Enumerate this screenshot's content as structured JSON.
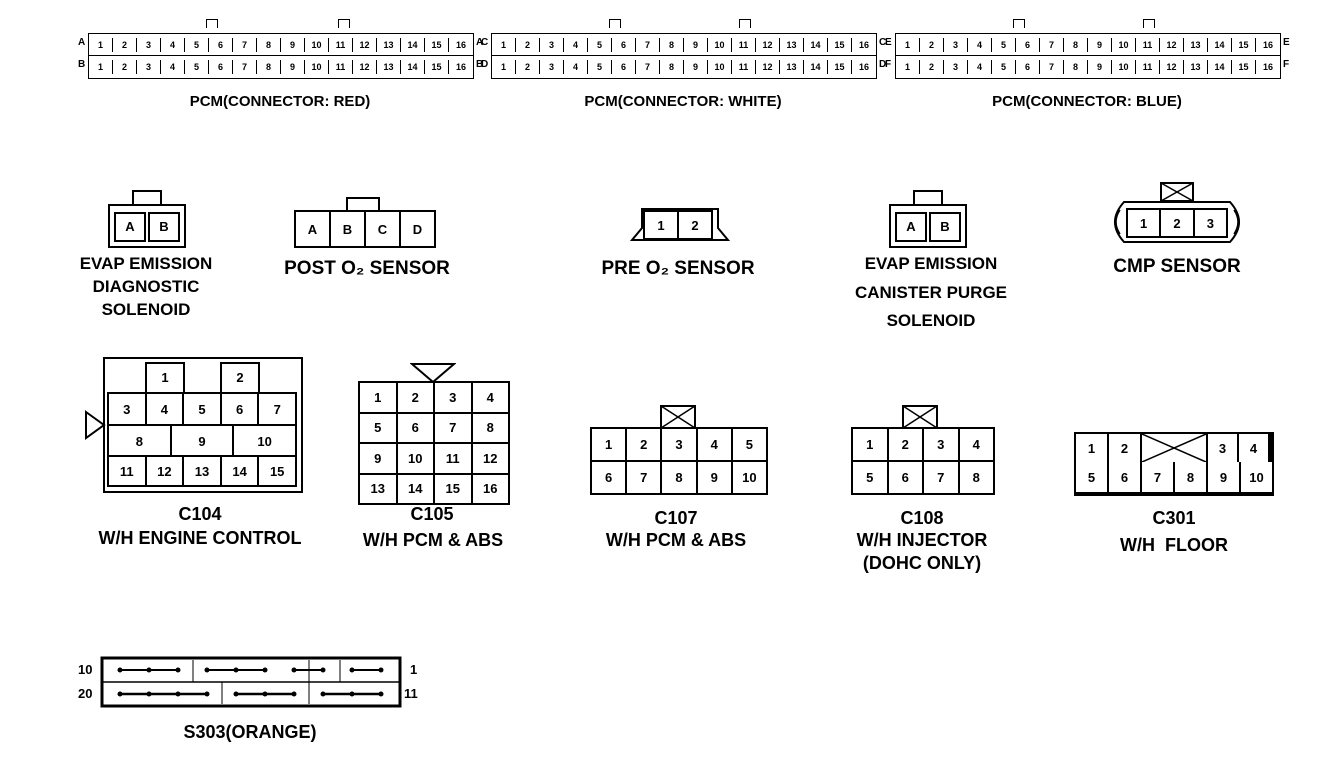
{
  "pcm_connectors": [
    {
      "caption": "PCM(CONNECTOR: RED)",
      "left_labels": [
        "A",
        "B"
      ],
      "right_labels": [
        "A",
        "B"
      ],
      "row1": [
        "1",
        "2",
        "3",
        "4",
        "5",
        "6",
        "7",
        "8",
        "9",
        "10",
        "11",
        "12",
        "13",
        "14",
        "15",
        "16"
      ],
      "row2": [
        "1",
        "2",
        "3",
        "4",
        "5",
        "6",
        "7",
        "8",
        "9",
        "10",
        "11",
        "12",
        "13",
        "14",
        "15",
        "16"
      ]
    },
    {
      "caption": "PCM(CONNECTOR: WHITE)",
      "left_labels": [
        "C",
        "D"
      ],
      "right_labels": [
        "C",
        "D"
      ],
      "row1": [
        "1",
        "2",
        "3",
        "4",
        "5",
        "6",
        "7",
        "8",
        "9",
        "10",
        "11",
        "12",
        "13",
        "14",
        "15",
        "16"
      ],
      "row2": [
        "1",
        "2",
        "3",
        "4",
        "5",
        "6",
        "7",
        "8",
        "9",
        "10",
        "11",
        "12",
        "13",
        "14",
        "15",
        "16"
      ]
    },
    {
      "caption": "PCM(CONNECTOR: BLUE)",
      "left_labels": [
        "E",
        "F"
      ],
      "right_labels": [
        "E",
        "F"
      ],
      "row1": [
        "1",
        "2",
        "3",
        "4",
        "5",
        "6",
        "7",
        "8",
        "9",
        "10",
        "11",
        "12",
        "13",
        "14",
        "15",
        "16"
      ],
      "row2": [
        "1",
        "2",
        "3",
        "4",
        "5",
        "6",
        "7",
        "8",
        "9",
        "10",
        "11",
        "12",
        "13",
        "14",
        "15",
        "16"
      ]
    }
  ],
  "evap_diag": {
    "pins": [
      "A",
      "B"
    ],
    "caption": [
      "EVAP EMISSION",
      "DIAGNOSTIC",
      "SOLENOID"
    ]
  },
  "post_o2": {
    "pins": [
      "A",
      "B",
      "C",
      "D"
    ],
    "caption": "POST O₂ SENSOR"
  },
  "pre_o2": {
    "pins": [
      "1",
      "2"
    ],
    "caption": "PRE O₂ SENSOR"
  },
  "evap_purge": {
    "pins": [
      "A",
      "B"
    ],
    "caption": [
      "EVAP EMISSION",
      "CANISTER PURGE",
      "SOLENOID"
    ]
  },
  "cmp": {
    "pins": [
      "1",
      "2",
      "3"
    ],
    "caption": "CMP SENSOR"
  },
  "c104": {
    "top": [
      "1",
      "2"
    ],
    "row2": [
      "3",
      "4",
      "5",
      "6",
      "7"
    ],
    "row3": [
      "8",
      "9",
      "10"
    ],
    "row4": [
      "11",
      "12",
      "13",
      "14",
      "15"
    ],
    "caption": [
      "C104",
      "W/H ENGINE CONTROL"
    ]
  },
  "c105": {
    "cells": [
      "1",
      "2",
      "3",
      "4",
      "5",
      "6",
      "7",
      "8",
      "9",
      "10",
      "11",
      "12",
      "13",
      "14",
      "15",
      "16"
    ],
    "caption": [
      "C105",
      "W/H PCM & ABS"
    ]
  },
  "c107": {
    "cells": [
      "1",
      "2",
      "3",
      "4",
      "5",
      "6",
      "7",
      "8",
      "9",
      "10"
    ],
    "caption": [
      "C107",
      "W/H PCM & ABS"
    ]
  },
  "c108": {
    "cells": [
      "1",
      "2",
      "3",
      "4",
      "5",
      "6",
      "7",
      "8"
    ],
    "caption": [
      "C108",
      "W/H INJECTOR",
      "(DOHC ONLY)"
    ]
  },
  "c301": {
    "top": [
      "1",
      "2",
      "3",
      "4"
    ],
    "bottom": [
      "5",
      "6",
      "7",
      "8",
      "9",
      "10"
    ],
    "caption": [
      "C301",
      "W/H  FLOOR"
    ]
  },
  "s303": {
    "top_left": "10",
    "top_right": "1",
    "bottom_left": "20",
    "bottom_right": "11",
    "caption": "S303(ORANGE)"
  }
}
